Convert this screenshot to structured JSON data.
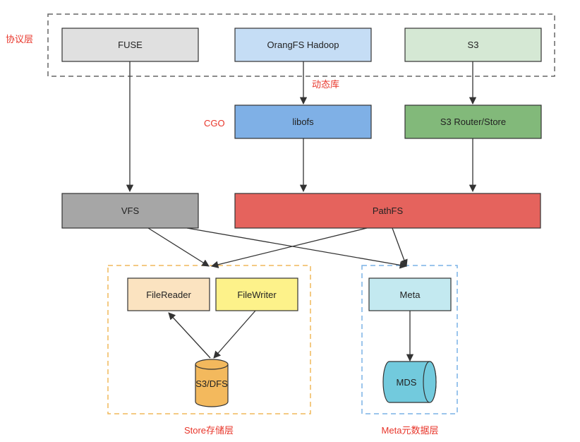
{
  "labels": {
    "protocol_layer": "协议层",
    "dynamic_lib": "动态库",
    "cgo": "CGO",
    "store_layer": "Store存储层",
    "meta_layer": "Meta元数据层"
  },
  "nodes": {
    "fuse": "FUSE",
    "orangfs_hadoop": "OrangFS Hadoop",
    "s3": "S3",
    "libofs": "libofs",
    "s3_router_store": "S3 Router/Store",
    "vfs": "VFS",
    "pathfs": "PathFS",
    "file_reader": "FileReader",
    "file_writer": "FileWriter",
    "s3_dfs": "S3/DFS",
    "meta": "Meta",
    "mds": "MDS"
  },
  "colors": {
    "fuse": "#e0e0e0",
    "orangfs_hadoop": "#c5ddf5",
    "s3": "#d5e8d4",
    "libofs": "#7fb0e6",
    "s3_router_store": "#82b97a",
    "vfs": "#a6a6a6",
    "pathfs": "#e5635d",
    "file_reader": "#fbe3c0",
    "file_writer": "#fdf28a",
    "s3_dfs": "#f3b95d",
    "meta": "#c3e9f0",
    "mds": "#72cadd",
    "annotation": "#e8352a",
    "store_group_border": "#f0b95a",
    "meta_group_border": "#7ab2e6",
    "protocol_group_border": "#666666"
  }
}
